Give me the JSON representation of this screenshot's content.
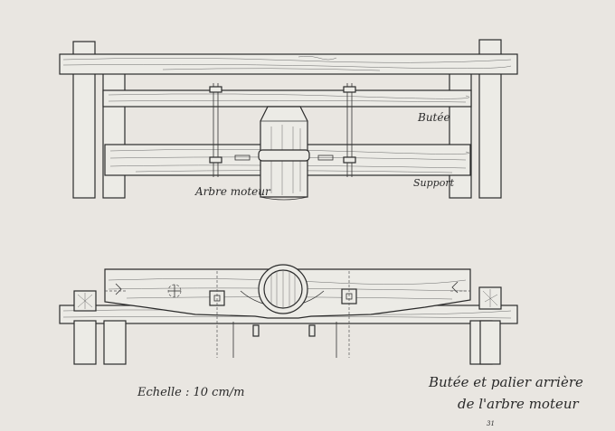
{
  "labels": {
    "butee": "Butée",
    "support": "Support",
    "arbre_moteur": "Arbre moteur",
    "scale": "Echelle : 10 cm/m",
    "title_line1": "Butée et palier arrière",
    "title_line2": "de l'arbre moteur",
    "sheet_number": "31"
  },
  "colors": {
    "paper": "#e9e6e1",
    "ink": "#2b2b2b",
    "wood": "#ecebe6"
  }
}
